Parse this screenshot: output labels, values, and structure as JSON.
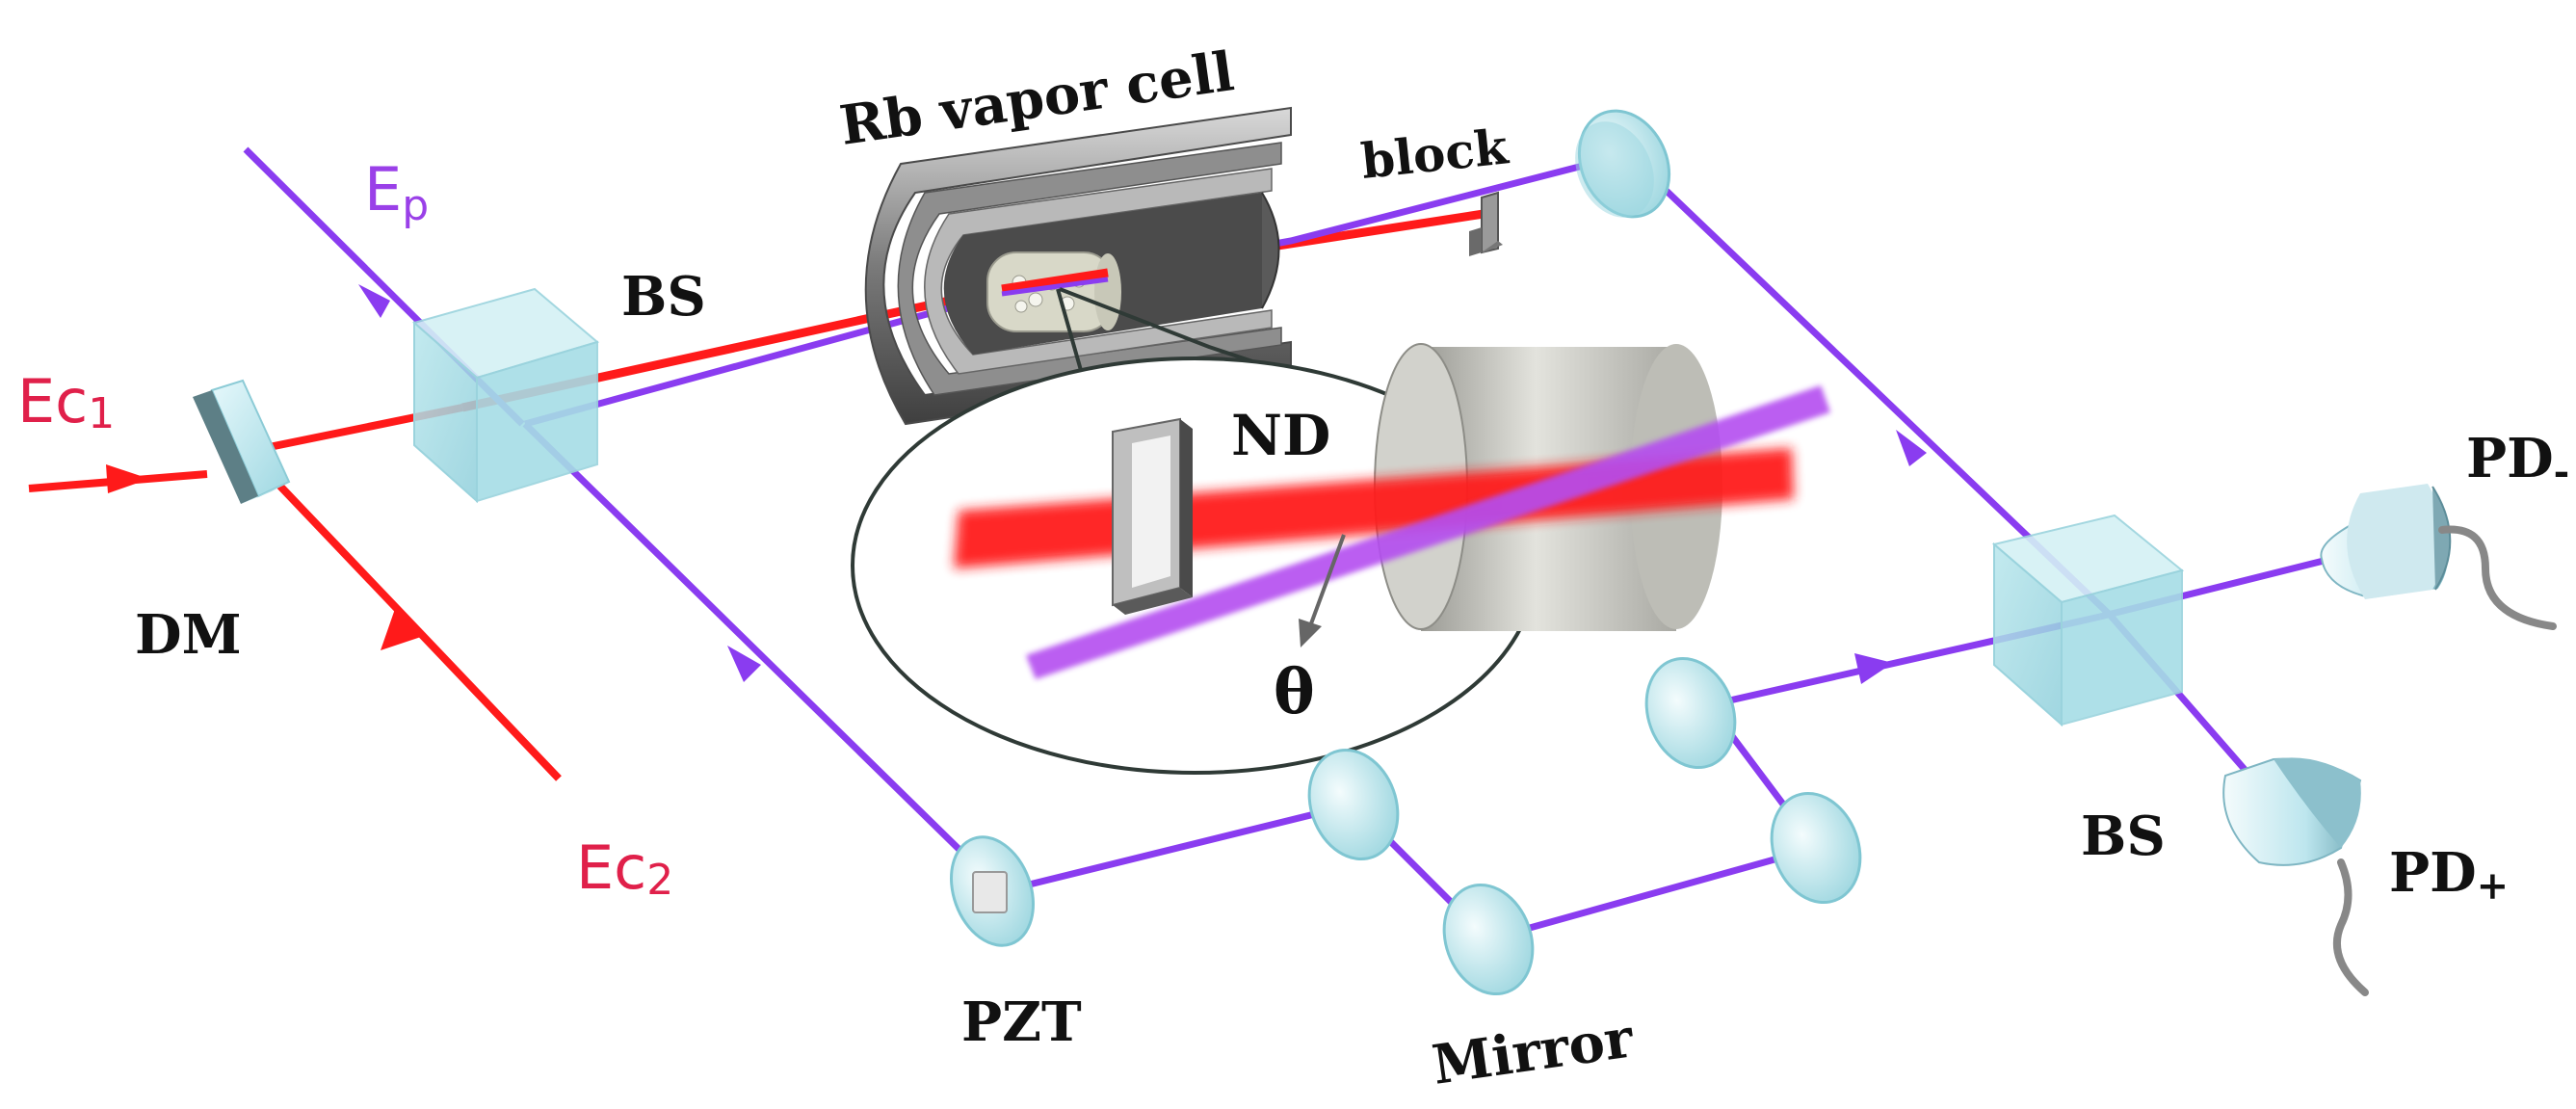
{
  "labels": {
    "probe_field": "E",
    "probe_sub": "p",
    "control1": "Ec",
    "control1_sub": "1",
    "control2": "Ec",
    "control2_sub": "2",
    "dichroic_mirror": "DM",
    "beam_splitter_1": "BS",
    "beam_splitter_2": "BS",
    "vapor_cell": "Rb vapor cell",
    "block": "block",
    "neutral_density": "ND",
    "angle": "θ",
    "piezo": "PZT",
    "mirror": "Mirror",
    "detector_minus": "PD",
    "detector_minus_sub": "-",
    "detector_plus": "PD",
    "detector_plus_sub": "+"
  },
  "colors": {
    "probe_beam": "#8a3cf0",
    "control_beam": "#ff1a1a",
    "label_probe": "#9a40e8",
    "label_control": "#e0204a",
    "optic_glass": "#bfeaf0",
    "cell_metal": "#6e6e6e",
    "inset_border": "#2f3a36"
  }
}
